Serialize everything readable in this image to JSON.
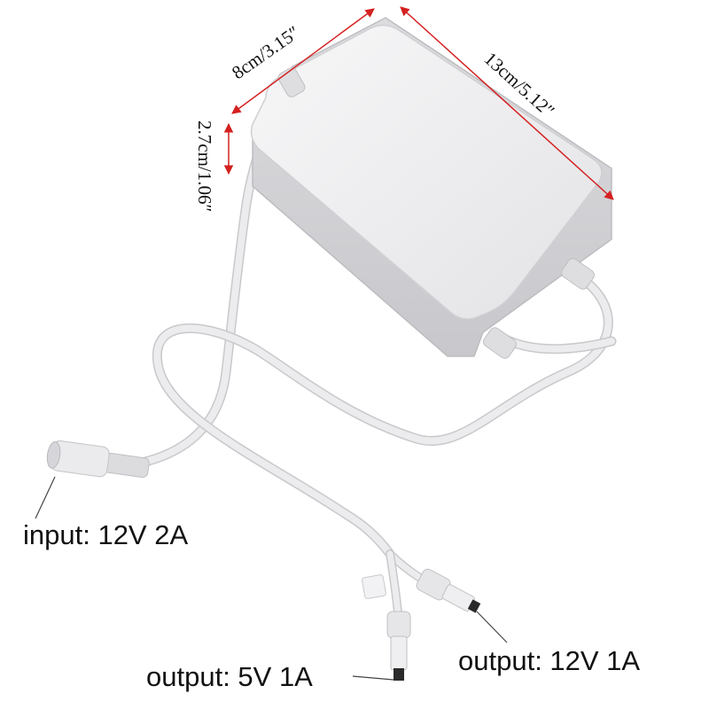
{
  "dimensions": {
    "width_label": "8cm/3.15″",
    "length_label": "13cm/5.12″",
    "height_label": "2.7cm/1.06″",
    "arrow_color": "#d42020"
  },
  "callouts": {
    "input": "input: 12V 2A",
    "output_12v": "output: 12V 1A",
    "output_5v": "output: 5V 1A"
  },
  "colors": {
    "body": "#eeeef0",
    "cable": "#e4e4e6",
    "cable_edge": "#c9c9cc",
    "plug_tip": "#2a2a2a"
  }
}
